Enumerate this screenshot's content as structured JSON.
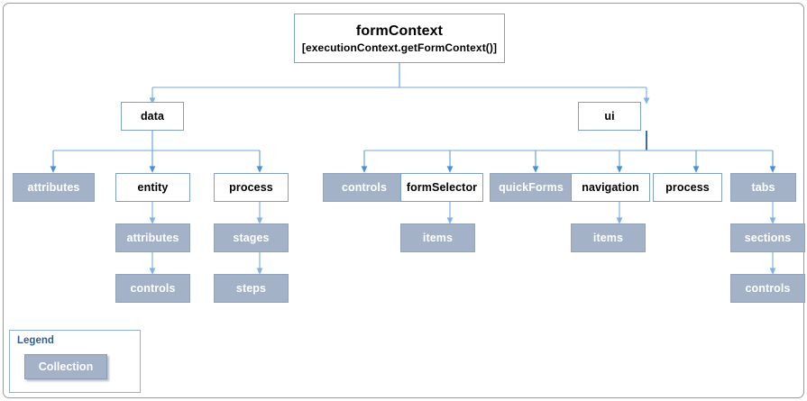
{
  "diagram": {
    "title": "formContext",
    "subtitle": "[executionContext.getFormContext()]",
    "colors": {
      "collection_fill": "#a3b2c7",
      "collection_text": "#ffffff",
      "plain_fill": "#ffffff",
      "plain_border": "#7f9fc4",
      "connector": "#6aa3dc",
      "connector_dark": "#3d6e9e",
      "legend_title_text": "#2f5f94",
      "frame_border": "#9a9a9a"
    }
  },
  "nodes": {
    "root": {
      "label": "formContext",
      "sub": "[executionContext.getFormContext()]"
    },
    "data": {
      "label": "data",
      "type": "plain"
    },
    "ui": {
      "label": "ui",
      "type": "plain"
    },
    "data_attributes": {
      "label": "attributes",
      "type": "collection"
    },
    "data_entity": {
      "label": "entity",
      "type": "plain"
    },
    "data_process": {
      "label": "process",
      "type": "plain"
    },
    "entity_attributes": {
      "label": "attributes",
      "type": "collection"
    },
    "entity_controls": {
      "label": "controls",
      "type": "collection"
    },
    "process_stages": {
      "label": "stages",
      "type": "collection"
    },
    "process_steps": {
      "label": "steps",
      "type": "collection"
    },
    "ui_controls": {
      "label": "controls",
      "type": "collection"
    },
    "ui_formselector": {
      "label": "formSelector",
      "type": "plain"
    },
    "ui_quickforms": {
      "label": "quickForms",
      "type": "collection"
    },
    "ui_navigation": {
      "label": "navigation",
      "type": "plain"
    },
    "ui_process": {
      "label": "process",
      "type": "plain"
    },
    "ui_tabs": {
      "label": "tabs",
      "type": "collection"
    },
    "formselector_items": {
      "label": "items",
      "type": "collection"
    },
    "navigation_items": {
      "label": "items",
      "type": "collection"
    },
    "tabs_sections": {
      "label": "sections",
      "type": "collection"
    },
    "tabs_controls": {
      "label": "controls",
      "type": "collection"
    }
  },
  "legend": {
    "title": "Legend",
    "swatch_label": "Collection"
  }
}
